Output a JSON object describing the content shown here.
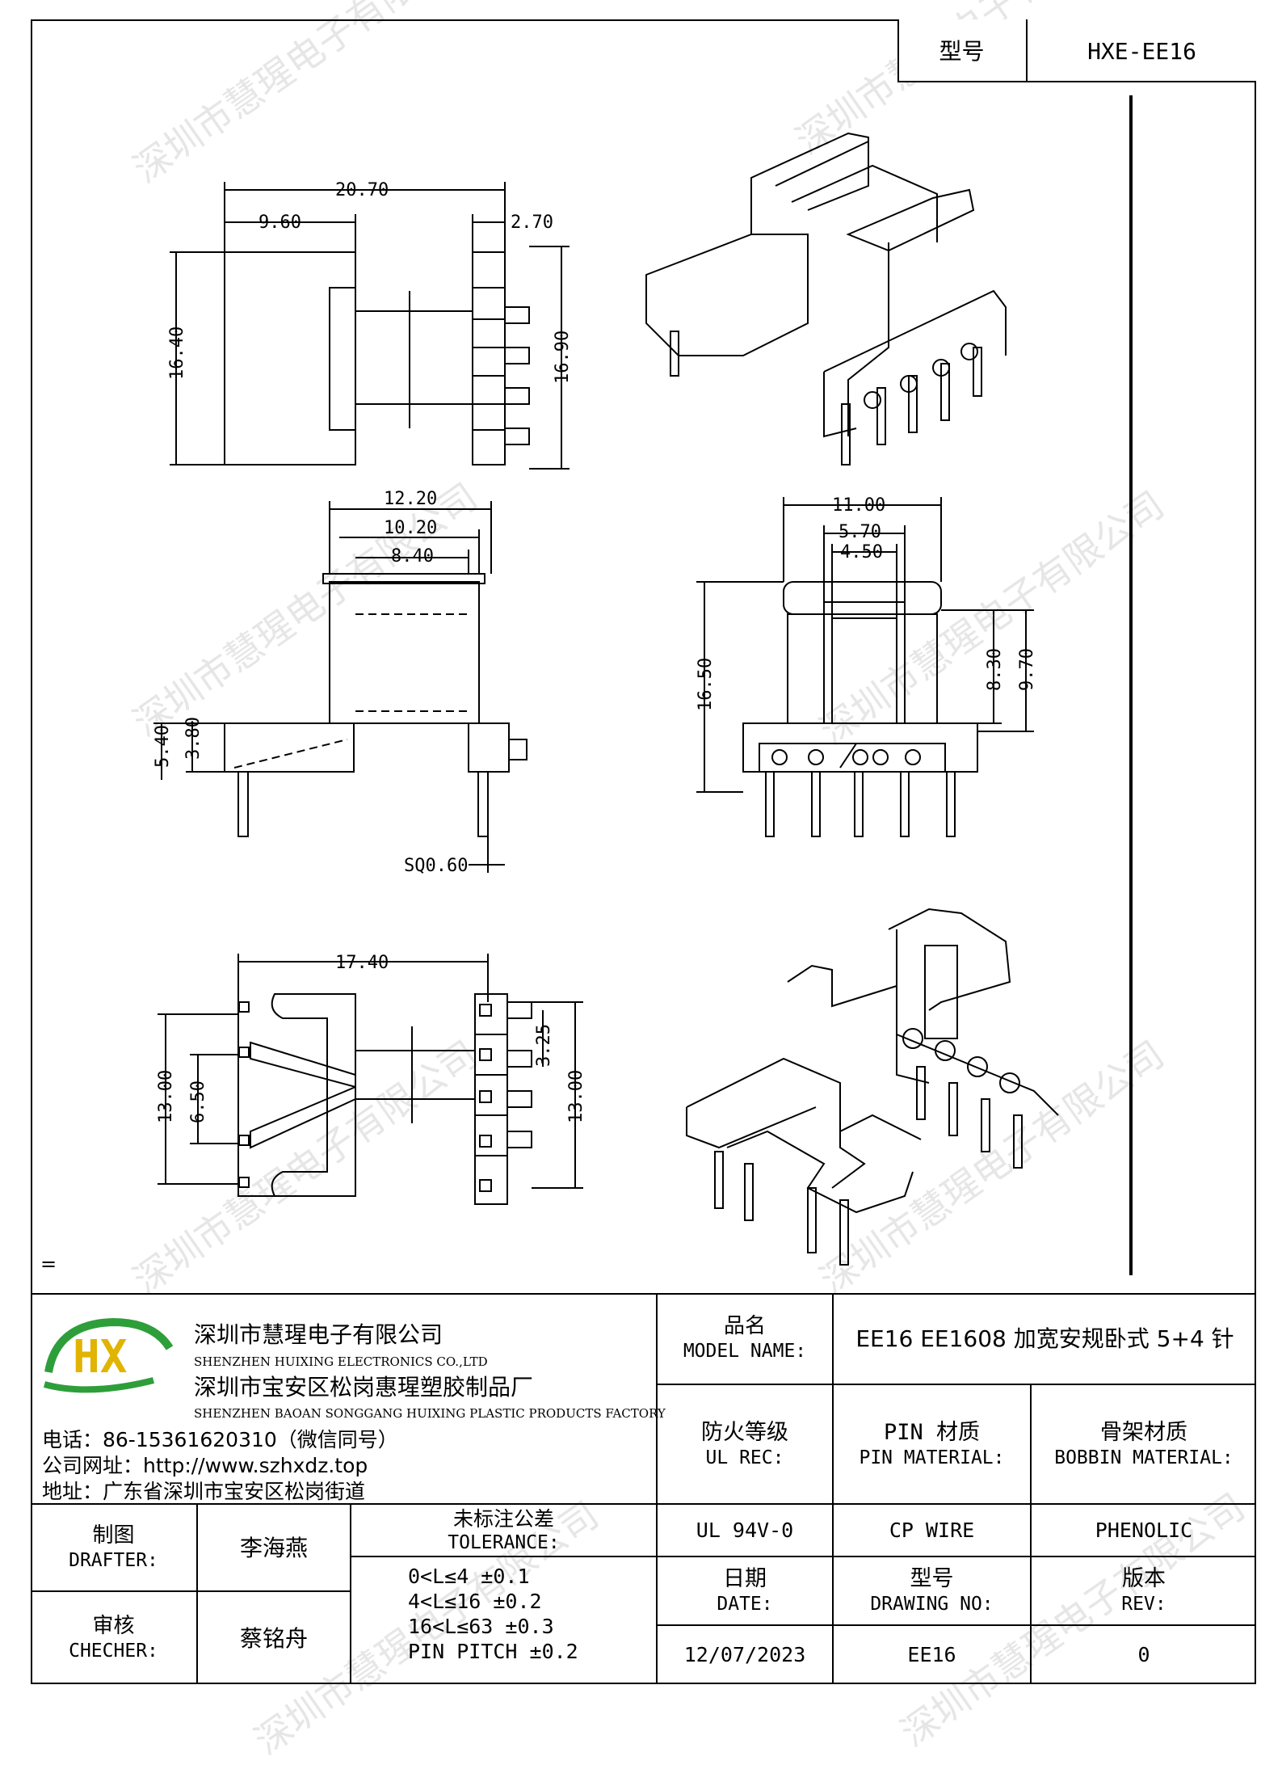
{
  "header": {
    "label": "型号",
    "value": "HXE-EE16"
  },
  "watermark": "深圳市慧瑆电子有限公司",
  "dimensions": {
    "top_view": {
      "overall_width": "20.70",
      "half_width": "9.60",
      "flange": "2.70",
      "height_left": "16.40",
      "height_right": "16.90"
    },
    "side_view": {
      "w1": "12.20",
      "w2": "10.20",
      "w3": "8.40",
      "h1": "5.40",
      "h2": "3.80",
      "pin": "SQ0.60"
    },
    "front_view": {
      "w1": "11.00",
      "w2": "5.70",
      "w3": "4.50",
      "height": "16.50",
      "h1": "8.30",
      "h2": "9.70"
    },
    "bottom_view": {
      "width": "17.40",
      "h_left": "13.00",
      "h_inner": "6.50",
      "pitch": "3.25",
      "h_right": "13.00"
    }
  },
  "equals_mark": "=",
  "company": {
    "logo_text": "HX",
    "name_cn": "深圳市慧瑆电子有限公司",
    "name_en": "SHENZHEN HUIXING ELECTRONICS CO.,LTD",
    "factory_cn": "深圳市宝安区松岗惠瑆塑胶制品厂",
    "factory_en": "SHENZHEN BAOAN SONGGANG HUIXING PLASTIC PRODUCTS FACTORY",
    "phone": "电话：86-15361620310（微信同号）",
    "website": "公司网址：http://www.szhxdz.top",
    "address": "地址：广东省深圳市宝安区松岗街道"
  },
  "title_block": {
    "model_name_cn": "品名",
    "model_name_en": "MODEL NAME:",
    "model_name_value": "EE16 EE1608 加宽安规卧式 5+4 针",
    "ul_cn": "防火等级",
    "ul_en": "UL REC:",
    "pin_cn": "PIN 材质",
    "pin_en": "PIN MATERIAL:",
    "bobbin_cn": "骨架材质",
    "bobbin_en": "BOBBIN MATERIAL:",
    "ul_value": "UL 94V-0",
    "pin_value": "CP WIRE",
    "bobbin_value": "PHENOLIC",
    "date_cn": "日期",
    "date_en": "DATE:",
    "drawing_cn": "型号",
    "drawing_en": "DRAWING NO:",
    "rev_cn": "版本",
    "rev_en": "REV:",
    "date_value": "12/07/2023",
    "drawing_value": "EE16",
    "rev_value": "0",
    "drafter_cn": "制图",
    "drafter_en": "DRAFTER:",
    "drafter_value": "李海燕",
    "checker_cn": "审核",
    "checker_en": "CHECHER:",
    "checker_value": "蔡铭舟",
    "tolerance_cn": "未标注公差",
    "tolerance_en": "TOLERANCE:",
    "tolerance_lines": [
      "0<L≤4   ±0.1",
      "4<L≤16  ±0.2",
      "16<L≤63  ±0.3",
      "PIN PITCH ±0.2"
    ]
  }
}
